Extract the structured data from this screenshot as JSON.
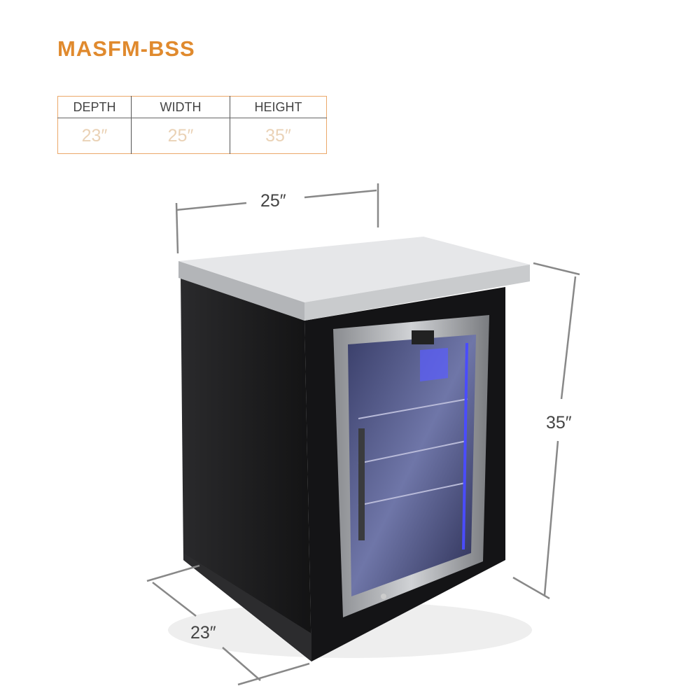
{
  "product": {
    "model": "MASFM-BSS"
  },
  "dimensions_table": {
    "headers": [
      "DEPTH",
      "WIDTH",
      "HEIGHT"
    ],
    "values": [
      "23″",
      "25″",
      "35″"
    ]
  },
  "diagram_labels": {
    "width": "25″",
    "height": "35″",
    "depth": "23″"
  },
  "colors": {
    "accent": "#e08a2e",
    "table_border": "#eba86a",
    "cabinet": "#1c1c1e",
    "countertop": "#c9cbcd",
    "interior_light": "#4a4cff"
  }
}
